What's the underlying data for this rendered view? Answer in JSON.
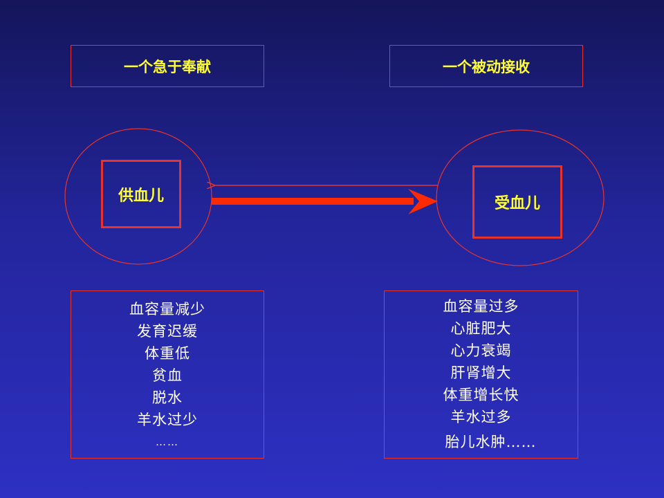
{
  "left": {
    "title": "一个急于奉献",
    "label": "供血儿",
    "items": [
      "血容量减少",
      "发育迟缓",
      "体重低",
      "贫血",
      "脱水",
      "羊水过少",
      "……"
    ]
  },
  "right": {
    "title": "一个被动接收",
    "label": "受血儿",
    "items": [
      "血容量过多",
      "心脏肥大",
      "心力衰竭",
      "肝肾增大",
      "体重增长快",
      "羊水过多",
      "胎儿水肿……"
    ]
  },
  "colors": {
    "accent_red": "#e8332a",
    "arrow_red": "#ff2a00",
    "title_yellow": "#ffff33",
    "text_white": "#ffffff"
  }
}
